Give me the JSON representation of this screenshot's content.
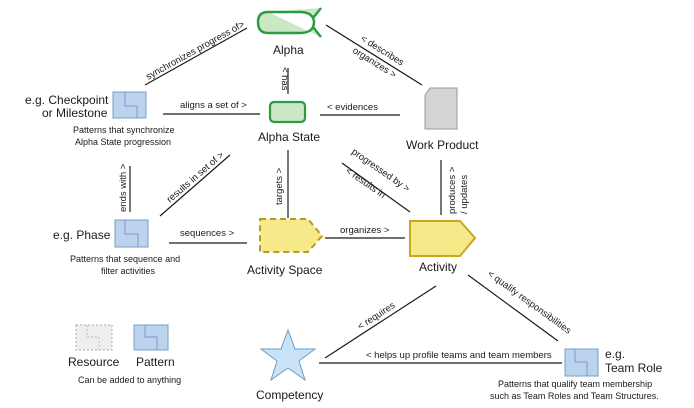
{
  "title": "Essence kernel language elements",
  "colors": {
    "alpha_fill": "#c9e8c3",
    "alpha_stroke": "#2e9a44",
    "activity_fill": "#f5e98a",
    "activity_stroke": "#c8a81e",
    "work_product_fill": "#d4d4d4",
    "work_product_stroke": "#9a9a9a",
    "pattern_fill": "#bcd3ee",
    "pattern_stroke": "#7a9cc6",
    "competency_fill": "#c8e3f7",
    "competency_stroke": "#6a9cc8",
    "resource_fill": "#eeeeee",
    "resource_stroke": "#aaaaaa"
  },
  "nodes": {
    "alpha": {
      "label": "Alpha",
      "icon": "alpha-icon"
    },
    "alpha_state": {
      "label": "Alpha State",
      "icon": "alpha-state-icon"
    },
    "work_product": {
      "label": "Work Product",
      "icon": "document-icon"
    },
    "checkpoint": {
      "label_line1": "e.g. Checkpoint",
      "label_line2": "or Milestone",
      "icon": "pattern-icon",
      "note_line1": "Patterns that  synchronize",
      "note_line2": "Alpha State progression"
    },
    "phase": {
      "label": "e.g. Phase",
      "icon": "pattern-icon",
      "note_line1": "Patterns that  sequence and",
      "note_line2": "filter activities"
    },
    "activity_space": {
      "label": "Activity Space",
      "icon": "activity-space-icon"
    },
    "activity": {
      "label": "Activity",
      "icon": "activity-icon"
    },
    "competency": {
      "label": "Competency",
      "icon": "star-icon"
    },
    "team_role": {
      "label_line1": "e.g.",
      "label_line2": "Team Role",
      "icon": "pattern-icon",
      "note_line1": "Patterns that  qualify team membership",
      "note_line2": "such  as Team Roles and Team Structures."
    }
  },
  "legend": {
    "resource_label": "Resource",
    "pattern_label": "Pattern",
    "note": "Can be added to anything"
  },
  "edges": {
    "synchronizes": "synchronizes  progress of>",
    "describes": "< describes",
    "organizes_wp": "organizes >",
    "has": "< has",
    "aligns": "aligns  a set of >",
    "evidences": "< evidences",
    "ends_with": "ends with >",
    "results_in_set": "results in set of >",
    "targets": "targets >",
    "progressed_by": "progressed by >",
    "results_in": "< results in",
    "produces": "produces  >",
    "updates": "/ updates",
    "sequences": "sequences  >",
    "organizes": "organizes  >",
    "requires": "< requires",
    "qualify": "< qualify responsibilities",
    "helps": "< helps  up  profile teams and  team members"
  }
}
